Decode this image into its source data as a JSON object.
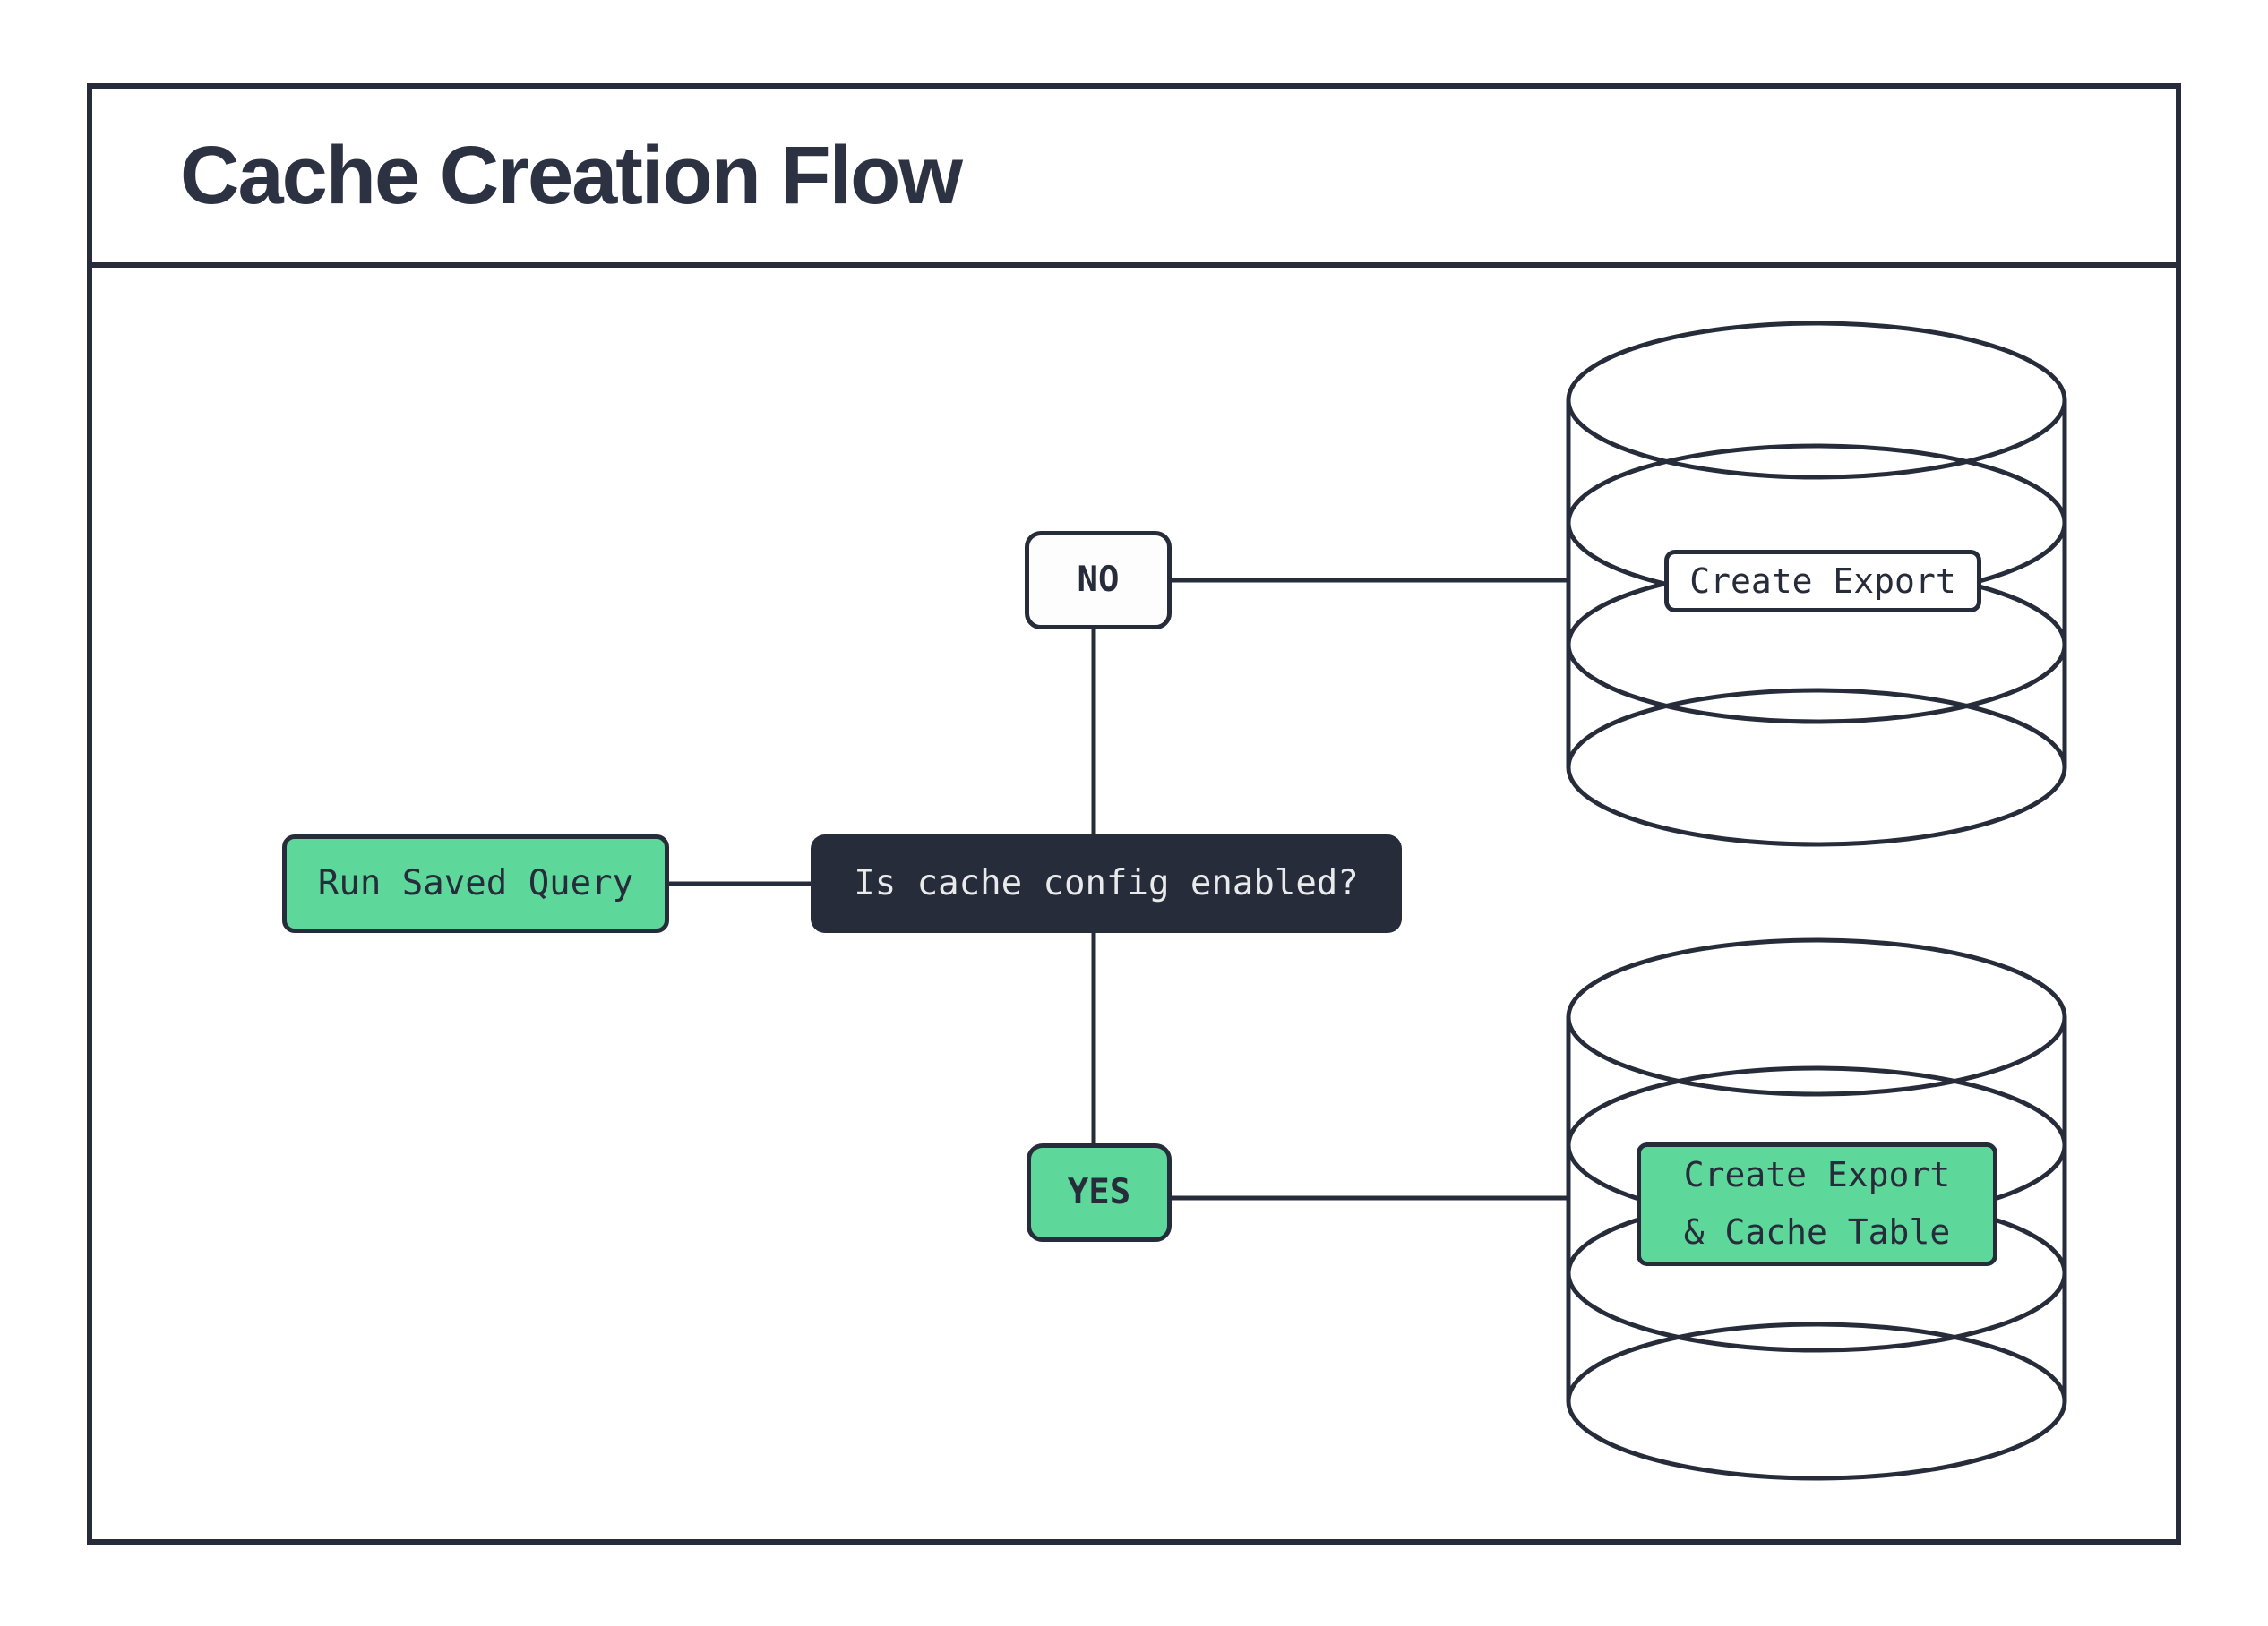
{
  "header": {
    "title": "Cache Creation Flow"
  },
  "nodes": {
    "start": {
      "label": "Run Saved Query"
    },
    "decision": {
      "label": "Is cache config enabled?"
    },
    "branch_no": {
      "label": "NO"
    },
    "branch_yes": {
      "label": "YES"
    },
    "db_export": {
      "label": "Create Export"
    },
    "db_export_cache": {
      "label": "Create Export\n& Cache Table"
    }
  },
  "icons": {
    "export_database": "database-cylinder-icon",
    "cache_database": "database-cylinder-icon"
  },
  "colors": {
    "ink": "#272c3a",
    "accent_green": "#5ed79a",
    "decision_bg": "#272c3a",
    "decision_text": "#e9eaec",
    "no_box_bg": "#fdfdfe",
    "background": "#ffffff",
    "title_text": "#2c3242"
  }
}
